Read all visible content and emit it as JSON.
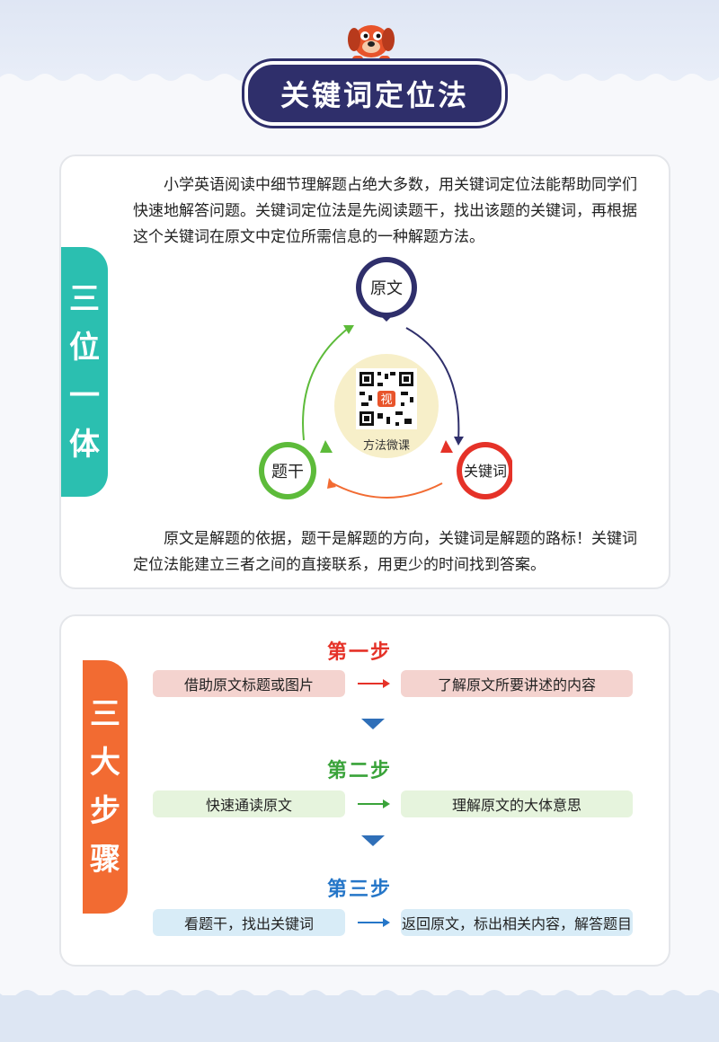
{
  "header": {
    "title": "关键词定位法"
  },
  "section1": {
    "tab": [
      "三",
      "位",
      "一",
      "体"
    ],
    "intro": "小学英语阅读中细节理解题占绝大多数，用关键词定位法能帮助同学们快速地解答问题。关键词定位法是先阅读题干，找出该题的关键词，再根据这个关键词在原文中定位所需信息的一种解题方法。",
    "nodes": {
      "top": "原文",
      "left": "题干",
      "right": "关键词"
    },
    "center_label": "方法微课",
    "qr_badge": "视",
    "summary": "原文是解题的依据，题干是解题的方向，关键词是解题的路标！关键词定位法能建立三者之间的直接联系，用更少的时间找到答案。"
  },
  "section2": {
    "tab": [
      "三",
      "大",
      "步",
      "骤"
    ],
    "steps": [
      {
        "title": "第一步",
        "left": "借助原文标题或图片",
        "right": "了解原文所要讲述的内容"
      },
      {
        "title": "第二步",
        "left": "快速通读原文",
        "right": "理解原文的大体意思"
      },
      {
        "title": "第三步",
        "left": "看题干，找出关键词",
        "right": "返回原文，标出相关内容，解答题目"
      }
    ]
  },
  "colors": {
    "teal": "#2bbfb0",
    "orange": "#f26b32",
    "navy": "#2f2f6b",
    "red": "#e53228",
    "green": "#3aa33a",
    "blue": "#2576c8"
  }
}
